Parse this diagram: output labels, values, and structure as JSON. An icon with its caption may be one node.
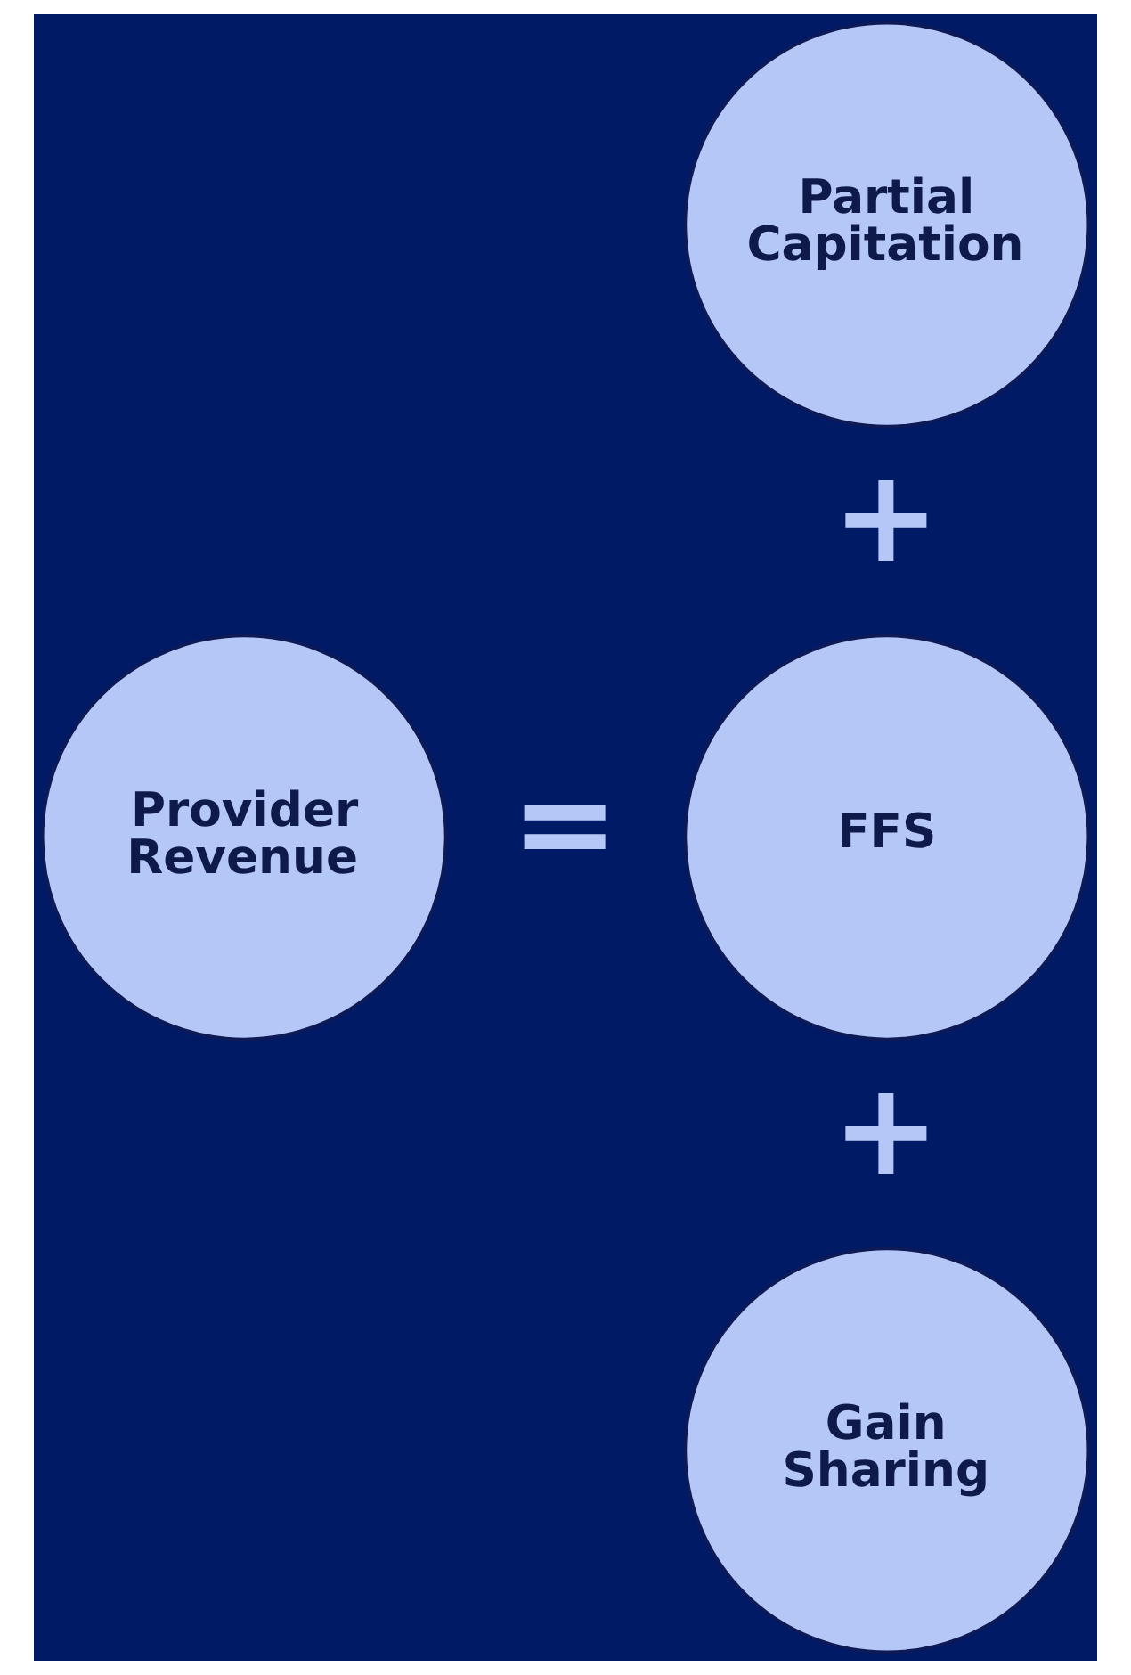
{
  "diagram": {
    "nodes": [
      {
        "text": [
          "Provider Revenue"
        ]
      },
      {
        "text": [
          "Partial Capitation"
        ]
      },
      {
        "text": [
          "FFS"
        ]
      },
      {
        "text": [
          "Gain Sharing"
        ]
      }
    ],
    "labels": [
      "=",
      "+",
      "+"
    ]
  }
}
